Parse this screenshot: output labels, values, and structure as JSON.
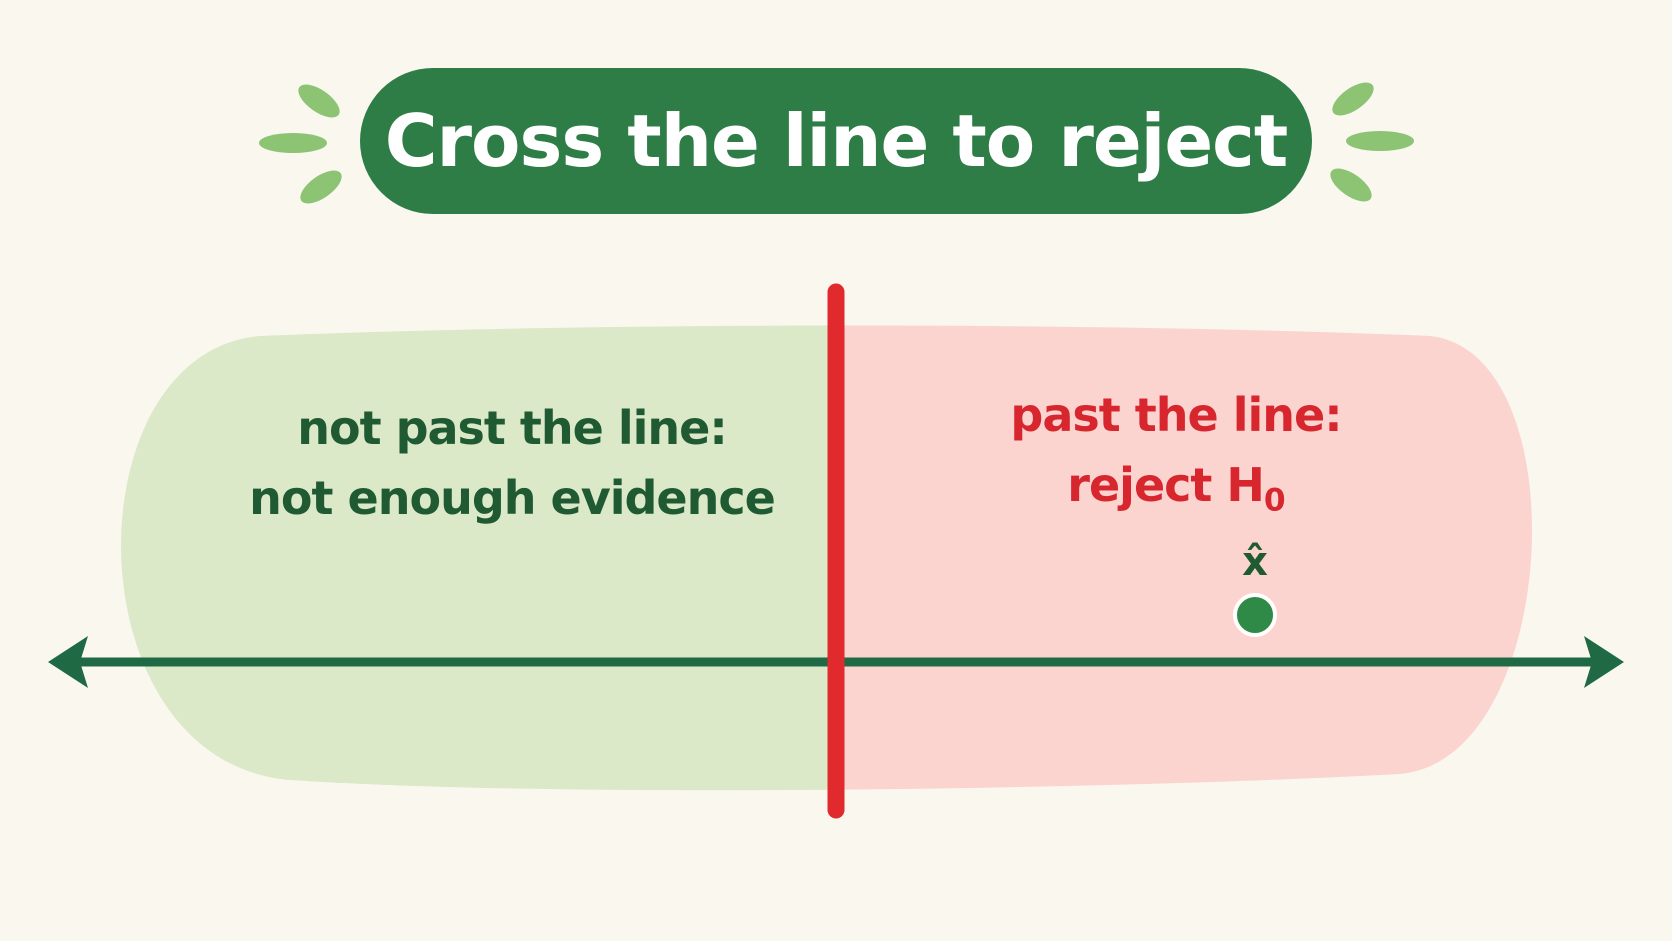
{
  "title": "Cross the line to reject",
  "regions": {
    "left": {
      "line1": "not past the line:",
      "line2": "not enough evidence"
    },
    "right": {
      "line1": "past the line:",
      "line2_text": "reject H",
      "line2_sub": "0"
    }
  },
  "point": {
    "label": "x̂"
  },
  "colors": {
    "background": "#faf7ef",
    "title_pill": "#2e7d47",
    "accent_leaf": "#8cc474",
    "left_region_fill": "#dbe9c8",
    "right_region_fill": "#fbd4d0",
    "left_text": "#1f5a32",
    "right_text": "#d7262e",
    "threshold_line": "#e02a2e",
    "axis": "#1f6a44",
    "point_fill": "#2e8a46",
    "point_stroke": "#ffffff"
  }
}
